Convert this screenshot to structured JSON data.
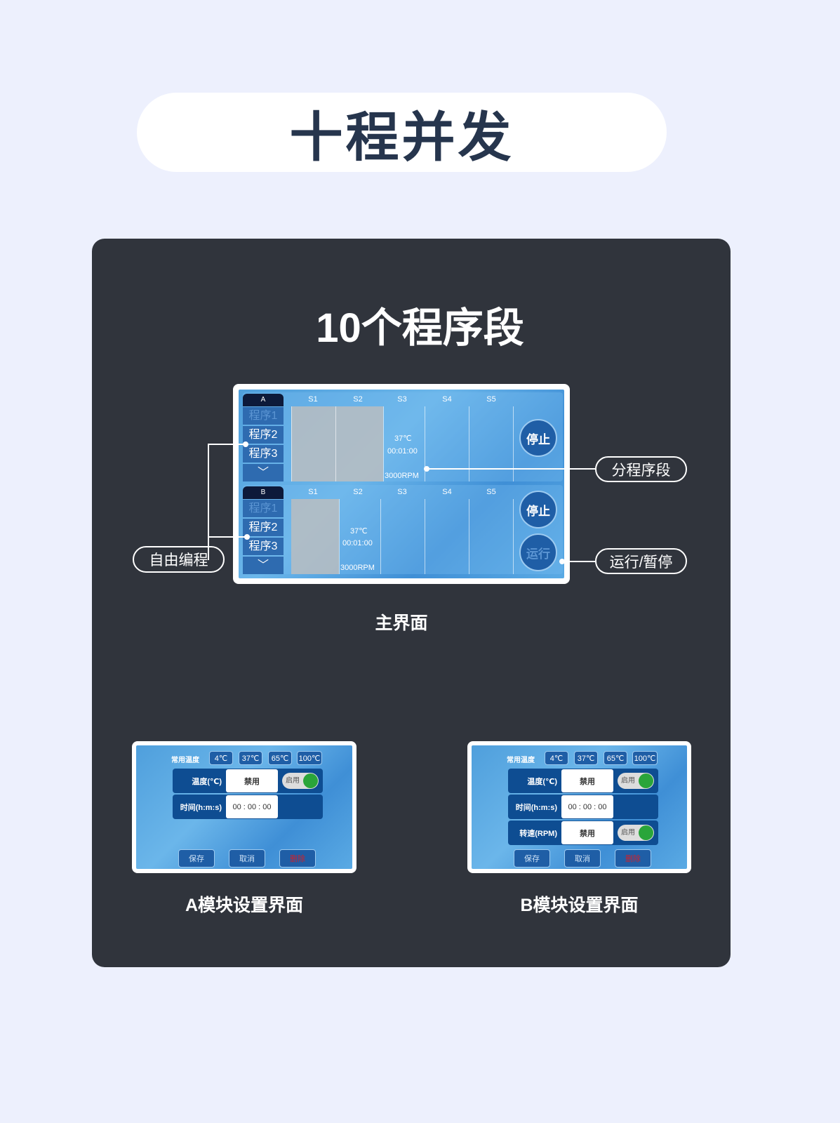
{
  "header": {
    "title": "十程并发"
  },
  "panel": {
    "subtitle": "10个程序段",
    "main_caption": "主界面",
    "a_caption": "A模块设置界面",
    "b_caption": "B模块设置界面"
  },
  "callouts": {
    "free_program": "自由编程",
    "segment": "分程序段",
    "run_pause": "运行/暂停"
  },
  "main_screen": {
    "modules": [
      {
        "name": "A",
        "programs": [
          "程序1",
          "程序2",
          "程序3"
        ],
        "columns": [
          "S1",
          "S2",
          "S3",
          "S4",
          "S5"
        ],
        "temp": "37℃",
        "time": "00:01:00",
        "speed": "3000RPM",
        "stop": "停止"
      },
      {
        "name": "B",
        "programs": [
          "程序1",
          "程序2",
          "程序3"
        ],
        "columns": [
          "S1",
          "S2",
          "S3",
          "S4",
          "S5"
        ],
        "temp": "37℃",
        "time": "00:01:00",
        "speed": "3000RPM",
        "stop": "停止",
        "run": "运行"
      }
    ]
  },
  "settings": {
    "preset_label": "常用温度",
    "presets": [
      "4℃",
      "37℃",
      "65℃",
      "100℃"
    ],
    "temp_label": "温度(℃)",
    "temp_value": "禁用",
    "toggle_label": "启用",
    "time_label": "时间(h:m:s)",
    "time_value": "00 : 00 : 00",
    "speed_label": "转速(RPM)",
    "speed_value": "禁用",
    "buttons": [
      "保存",
      "取消",
      "删除"
    ],
    "delete_color": "#d0202a"
  }
}
